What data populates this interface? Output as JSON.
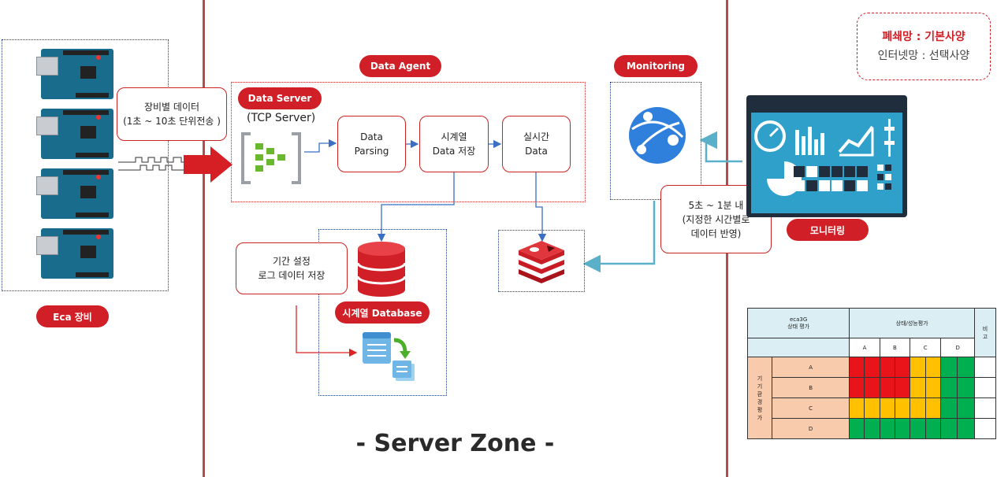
{
  "zones": {
    "server_zone_label": "- Server Zone -"
  },
  "labels": {
    "eca_device": "Eca 장비",
    "device_data_line1": "장비별 데이터",
    "device_data_line2": "(1초 ~ 10초 단위전송 )",
    "data_agent": "Data Agent",
    "data_server": "Data Server",
    "tcp_server": "(TCP Server)",
    "data_parsing_line1": "Data",
    "data_parsing_line2": "Parsing",
    "timeseries_store_line1": "시계열",
    "timeseries_store_line2": "Data 저장",
    "realtime_line1": "실시간",
    "realtime_line2": "Data",
    "monitoring": "Monitoring",
    "monitoring_kr": "모니터링",
    "period_line1": "기간 설정",
    "period_line2": "로그 데이터 저장",
    "timeseries_db": "시계열 Database",
    "interval_line1": "5초 ~ 1분 내",
    "interval_line2": "(지정한 시간별로",
    "interval_line3": "데이터 반영)"
  },
  "spec": {
    "closed_network": "폐쇄망 : 기본사양",
    "internet_network": "인터넷망 : 선택사양"
  },
  "eval_table": {
    "corner_line1": "eca3G",
    "corner_line2": "상태 평가",
    "header_main": "상태/성능평가",
    "note_col": "비고",
    "columns": [
      "A",
      "B",
      "C",
      "D"
    ],
    "row_group": "기기환경평가",
    "rows": [
      "A",
      "B",
      "C",
      "D"
    ],
    "cell_colors": [
      [
        "#e8141a",
        "#e8141a",
        "#ffc000",
        "#00b050"
      ],
      [
        "#e8141a",
        "#e8141a",
        "#ffc000",
        "#00b050"
      ],
      [
        "#ffc000",
        "#ffc000",
        "#ffc000",
        "#00b050"
      ],
      [
        "#00b050",
        "#00b050",
        "#00b050",
        "#00b050"
      ]
    ]
  },
  "colors": {
    "accent_red": "#d01f26",
    "header_blue": "#dbeef4",
    "row_orange": "#f8cbad"
  }
}
